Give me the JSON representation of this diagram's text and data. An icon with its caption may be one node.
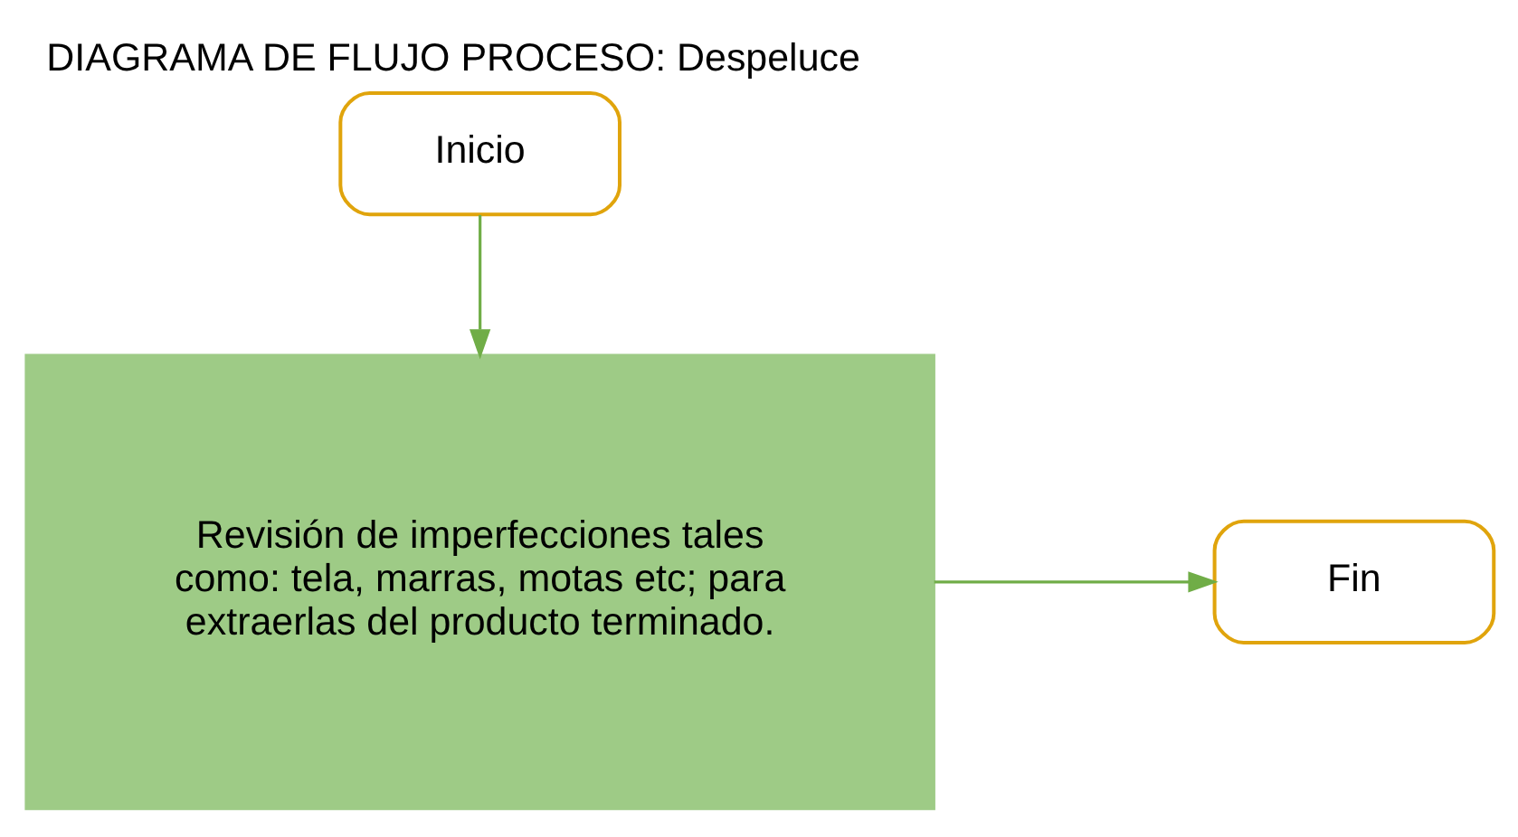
{
  "diagram": {
    "title": "DIAGRAMA DE FLUJO PROCESO: Despeluce",
    "nodes": [
      {
        "text": [
          "Inicio"
        ]
      },
      {
        "text": [
          "Revisión de imperfecciones tales como: tela, marras, motas etc; para extraerlas del producto terminado."
        ]
      },
      {
        "text": [
          "Fin"
        ]
      }
    ],
    "edges": [
      {
        "from": 0,
        "to": 1,
        "arrow": "to"
      },
      {
        "from": 1,
        "to": 2,
        "arrow": "to"
      }
    ]
  }
}
